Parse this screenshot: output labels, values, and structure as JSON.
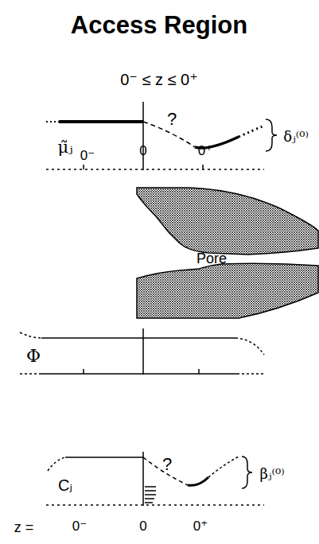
{
  "diagram": {
    "title": "Access Region",
    "labels": [
      "0⁻ ≤ z ≤ 0⁺",
      "μ̃ⱼ",
      "0⁻",
      "0",
      "0⁺",
      "?",
      "δⱼ⁽⁰⁾",
      "Pore",
      "Φ",
      "Cⱼ",
      "?",
      "βⱼ⁽⁰⁾",
      "z =",
      "0⁻",
      "0",
      "0⁺"
    ]
  }
}
